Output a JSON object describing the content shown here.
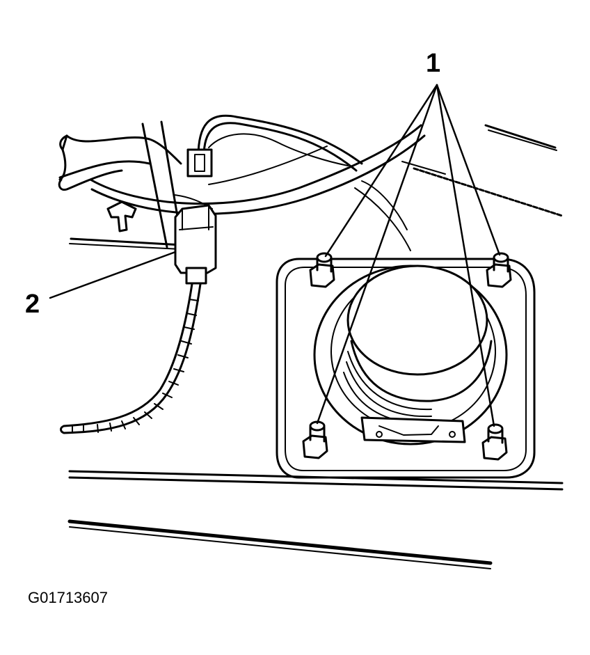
{
  "callouts": {
    "one": "1",
    "two": "2"
  },
  "figure_id": "G01713607",
  "colors": {
    "ink": "#000000",
    "paper": "#ffffff"
  }
}
